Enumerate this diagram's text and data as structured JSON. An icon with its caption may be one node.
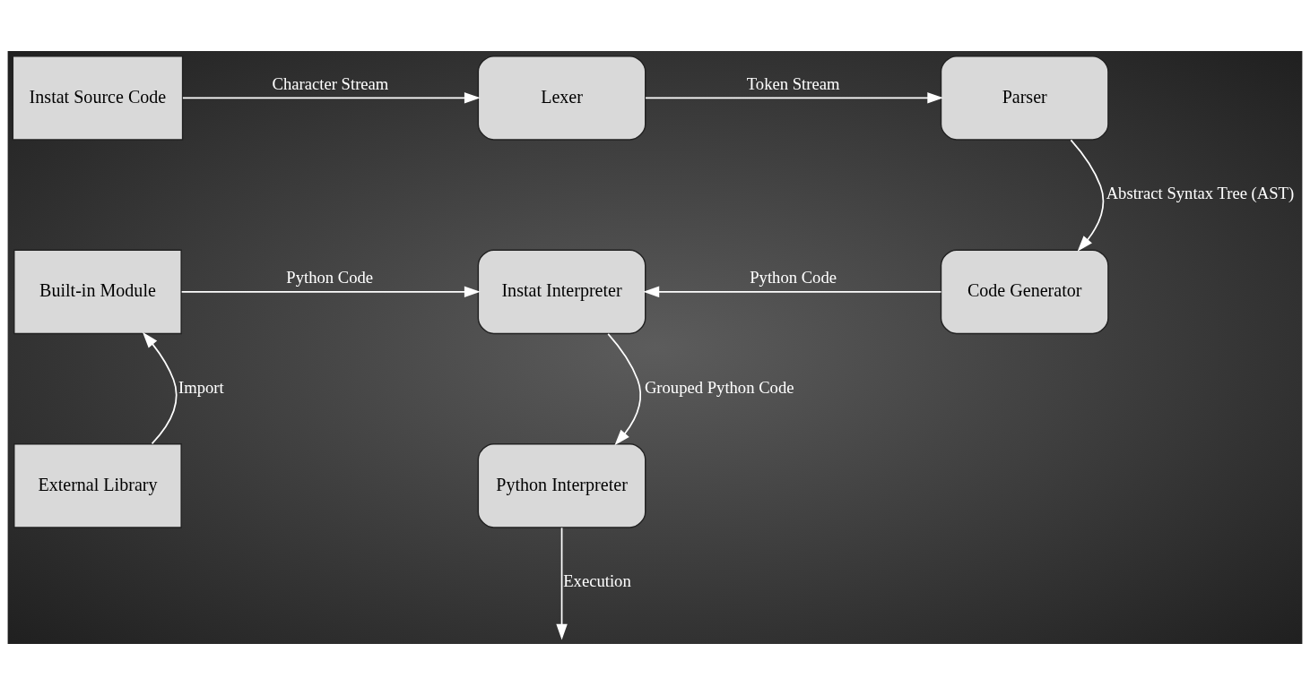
{
  "diagram": {
    "nodes": [
      {
        "text": [
          "Instat Source Code"
        ]
      },
      {
        "text": [
          "Lexer"
        ]
      },
      {
        "text": [
          "Parser"
        ]
      },
      {
        "text": [
          "Code Generator"
        ]
      },
      {
        "text": [
          "Built-in Module"
        ]
      },
      {
        "text": [
          "Instat Interpreter"
        ]
      },
      {
        "text": [
          "External Library"
        ]
      },
      {
        "text": [
          "Python Interpreter"
        ]
      }
    ],
    "edges": [
      {
        "from": 0,
        "to": 1,
        "arrow": "to",
        "label": "Character Stream"
      },
      {
        "from": 1,
        "to": 2,
        "arrow": "to",
        "label": "Token Stream"
      },
      {
        "from": 2,
        "to": 3,
        "arrow": "to",
        "label": "Abstract Syntax Tree (AST)"
      },
      {
        "from": 4,
        "to": 5,
        "arrow": "to",
        "label": "Python Code"
      },
      {
        "from": 3,
        "to": 5,
        "arrow": "to",
        "label": "Python Code"
      },
      {
        "from": 6,
        "to": 4,
        "arrow": "to",
        "label": "Import"
      },
      {
        "from": 5,
        "to": 7,
        "arrow": "to",
        "label": "Grouped Python Code"
      },
      {
        "from": 7,
        "to": null,
        "arrow": "to",
        "label": "Execution"
      }
    ]
  }
}
